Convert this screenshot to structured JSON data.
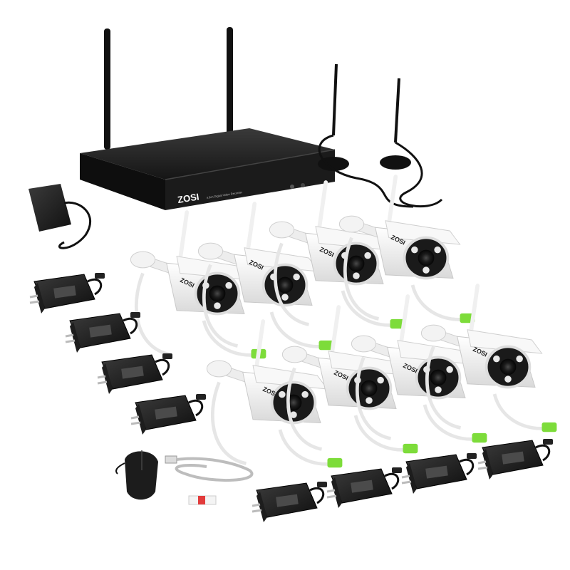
{
  "nvr": {
    "brand": "ZOSI",
    "subtitle": "4.0ch Digital Video Recorder"
  },
  "cameras": [
    {
      "brand": "ZOSI"
    },
    {
      "brand": "ZOSI"
    },
    {
      "brand": "ZOSI"
    },
    {
      "brand": "ZOSI"
    },
    {
      "brand": "ZOSI"
    },
    {
      "brand": "ZOSI"
    },
    {
      "brand": "ZOSI"
    },
    {
      "brand": "ZOSI"
    }
  ],
  "colors": {
    "nvr_body": "#1c1c1c",
    "camera_body": "#f5f5f5",
    "camera_lens": "#151515",
    "connector_accent": "#7ddc3a",
    "adapter": "#2a2a2a",
    "cable_gray": "#bdbdbd"
  },
  "icons": [
    "nvr-recorder",
    "antenna",
    "camera",
    "power-adapter",
    "usb-mouse",
    "ethernet-cable",
    "screw-pack"
  ]
}
